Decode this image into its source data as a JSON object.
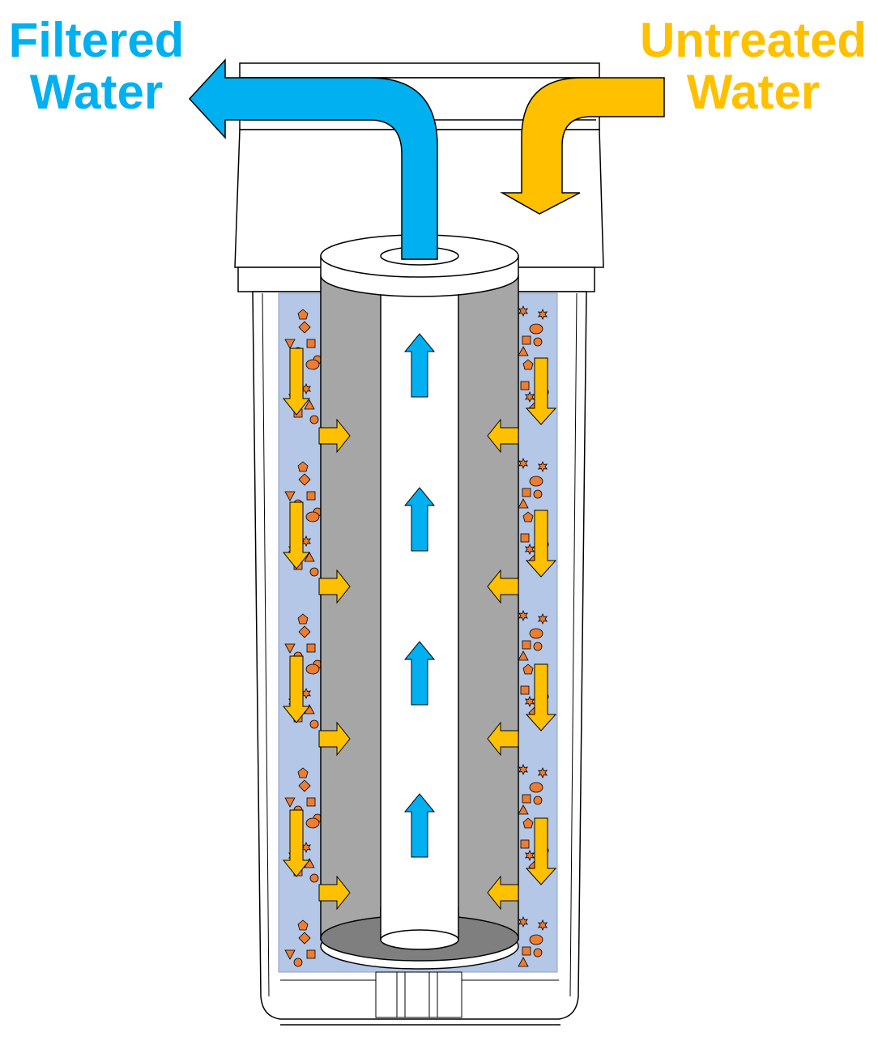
{
  "labels": {
    "filtered_line1": "Filtered",
    "filtered_line2": "Water",
    "untreated_line1": "Untreated",
    "untreated_line2": "Water"
  },
  "colors": {
    "filtered_water": "#00b0f0",
    "untreated_water": "#ffc000",
    "contaminants": "#ed7d31",
    "cartridge_media": "#a6a6a6",
    "housing_water": "#b4c7e7",
    "outline": "#000000"
  }
}
